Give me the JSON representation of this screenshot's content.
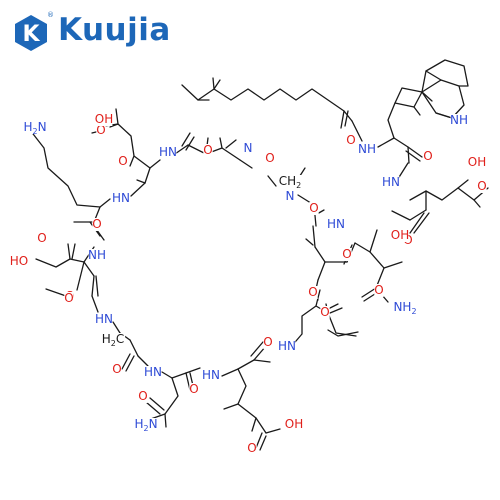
{
  "brand": {
    "logo_text": "Kuujia",
    "logo_mark": "K",
    "registered": "®",
    "brand_color": "#1d67b8"
  },
  "colors": {
    "bond": "#1a1a1a",
    "nitrogen": "#2f4bd6",
    "oxygen": "#e0201b",
    "carbon_label": "#1a1a1a"
  },
  "molecule": {
    "atom_labels": [
      {
        "id": "nh-indole",
        "text": "NH",
        "element": "N"
      },
      {
        "id": "o-lipid-amide",
        "text": "O",
        "element": "O"
      },
      {
        "id": "nh-trp",
        "text": "NH",
        "element": "N"
      },
      {
        "id": "o-trp",
        "text": "O",
        "element": "O"
      },
      {
        "id": "hn-glu",
        "text": "HN",
        "element": "N"
      },
      {
        "id": "o-glu-acid",
        "text": "O",
        "element": "O"
      },
      {
        "id": "oh-glu-acid",
        "text": "OH",
        "element": "O"
      },
      {
        "id": "o-glu-amide",
        "text": "O",
        "element": "O"
      },
      {
        "id": "o-asp-top",
        "text": "O",
        "element": "O"
      },
      {
        "id": "oh-asp-top",
        "text": "OH",
        "element": "O"
      },
      {
        "id": "h2n-lys",
        "text": "H2N",
        "element": "N"
      },
      {
        "id": "o-asp-ring",
        "text": "O",
        "element": "O"
      },
      {
        "id": "hn-asp",
        "text": "HN",
        "element": "N"
      },
      {
        "id": "o-ala",
        "text": "O",
        "element": "O"
      },
      {
        "id": "n-ala",
        "text": "N",
        "element": "N"
      },
      {
        "id": "o-gly",
        "text": "O",
        "element": "O"
      },
      {
        "id": "ch2",
        "text": "CH2",
        "element": "C"
      },
      {
        "id": "n-sar",
        "text": "N",
        "element": "N"
      },
      {
        "id": "hn-lys",
        "text": "HN",
        "element": "N"
      },
      {
        "id": "o-sar",
        "text": "O",
        "element": "O"
      },
      {
        "id": "o-lys",
        "text": "O",
        "element": "O"
      },
      {
        "id": "hn-thr",
        "text": "HN",
        "element": "N"
      },
      {
        "id": "o-hasn",
        "text": "O",
        "element": "O"
      },
      {
        "id": "oh-hasn",
        "text": "OH",
        "element": "O"
      },
      {
        "id": "o-meglu-acid",
        "text": "O",
        "element": "O"
      },
      {
        "id": "ho-meglu",
        "text": "HO",
        "element": "O"
      },
      {
        "id": "nh-meglu",
        "text": "NH",
        "element": "N"
      },
      {
        "id": "o-hasn-amide",
        "text": "O",
        "element": "O"
      },
      {
        "id": "nh2-hasn",
        "text": "NH2",
        "element": "N"
      },
      {
        "id": "o-methoxy",
        "text": "O",
        "element": "O"
      },
      {
        "id": "o-ester",
        "text": "O",
        "element": "O"
      },
      {
        "id": "o-meglu-co",
        "text": "O",
        "element": "O"
      },
      {
        "id": "o-ile",
        "text": "O",
        "element": "O"
      },
      {
        "id": "hn-gly2",
        "text": "HN",
        "element": "N"
      },
      {
        "id": "h2c",
        "text": "H2C",
        "element": "C"
      },
      {
        "id": "hn-ile",
        "text": "HN",
        "element": "N"
      },
      {
        "id": "o-gly2",
        "text": "O",
        "element": "O"
      },
      {
        "id": "hn-asn",
        "text": "HN",
        "element": "N"
      },
      {
        "id": "o-asn",
        "text": "O",
        "element": "O"
      },
      {
        "id": "hn-mglu",
        "text": "HN",
        "element": "N"
      },
      {
        "id": "o-mglu",
        "text": "O",
        "element": "O"
      },
      {
        "id": "o-asn-amide",
        "text": "O",
        "element": "O"
      },
      {
        "id": "h2n-asn",
        "text": "H2N",
        "element": "N"
      },
      {
        "id": "o-mglu-acid",
        "text": "O",
        "element": "O"
      },
      {
        "id": "oh-mglu",
        "text": "OH",
        "element": "O"
      }
    ]
  }
}
